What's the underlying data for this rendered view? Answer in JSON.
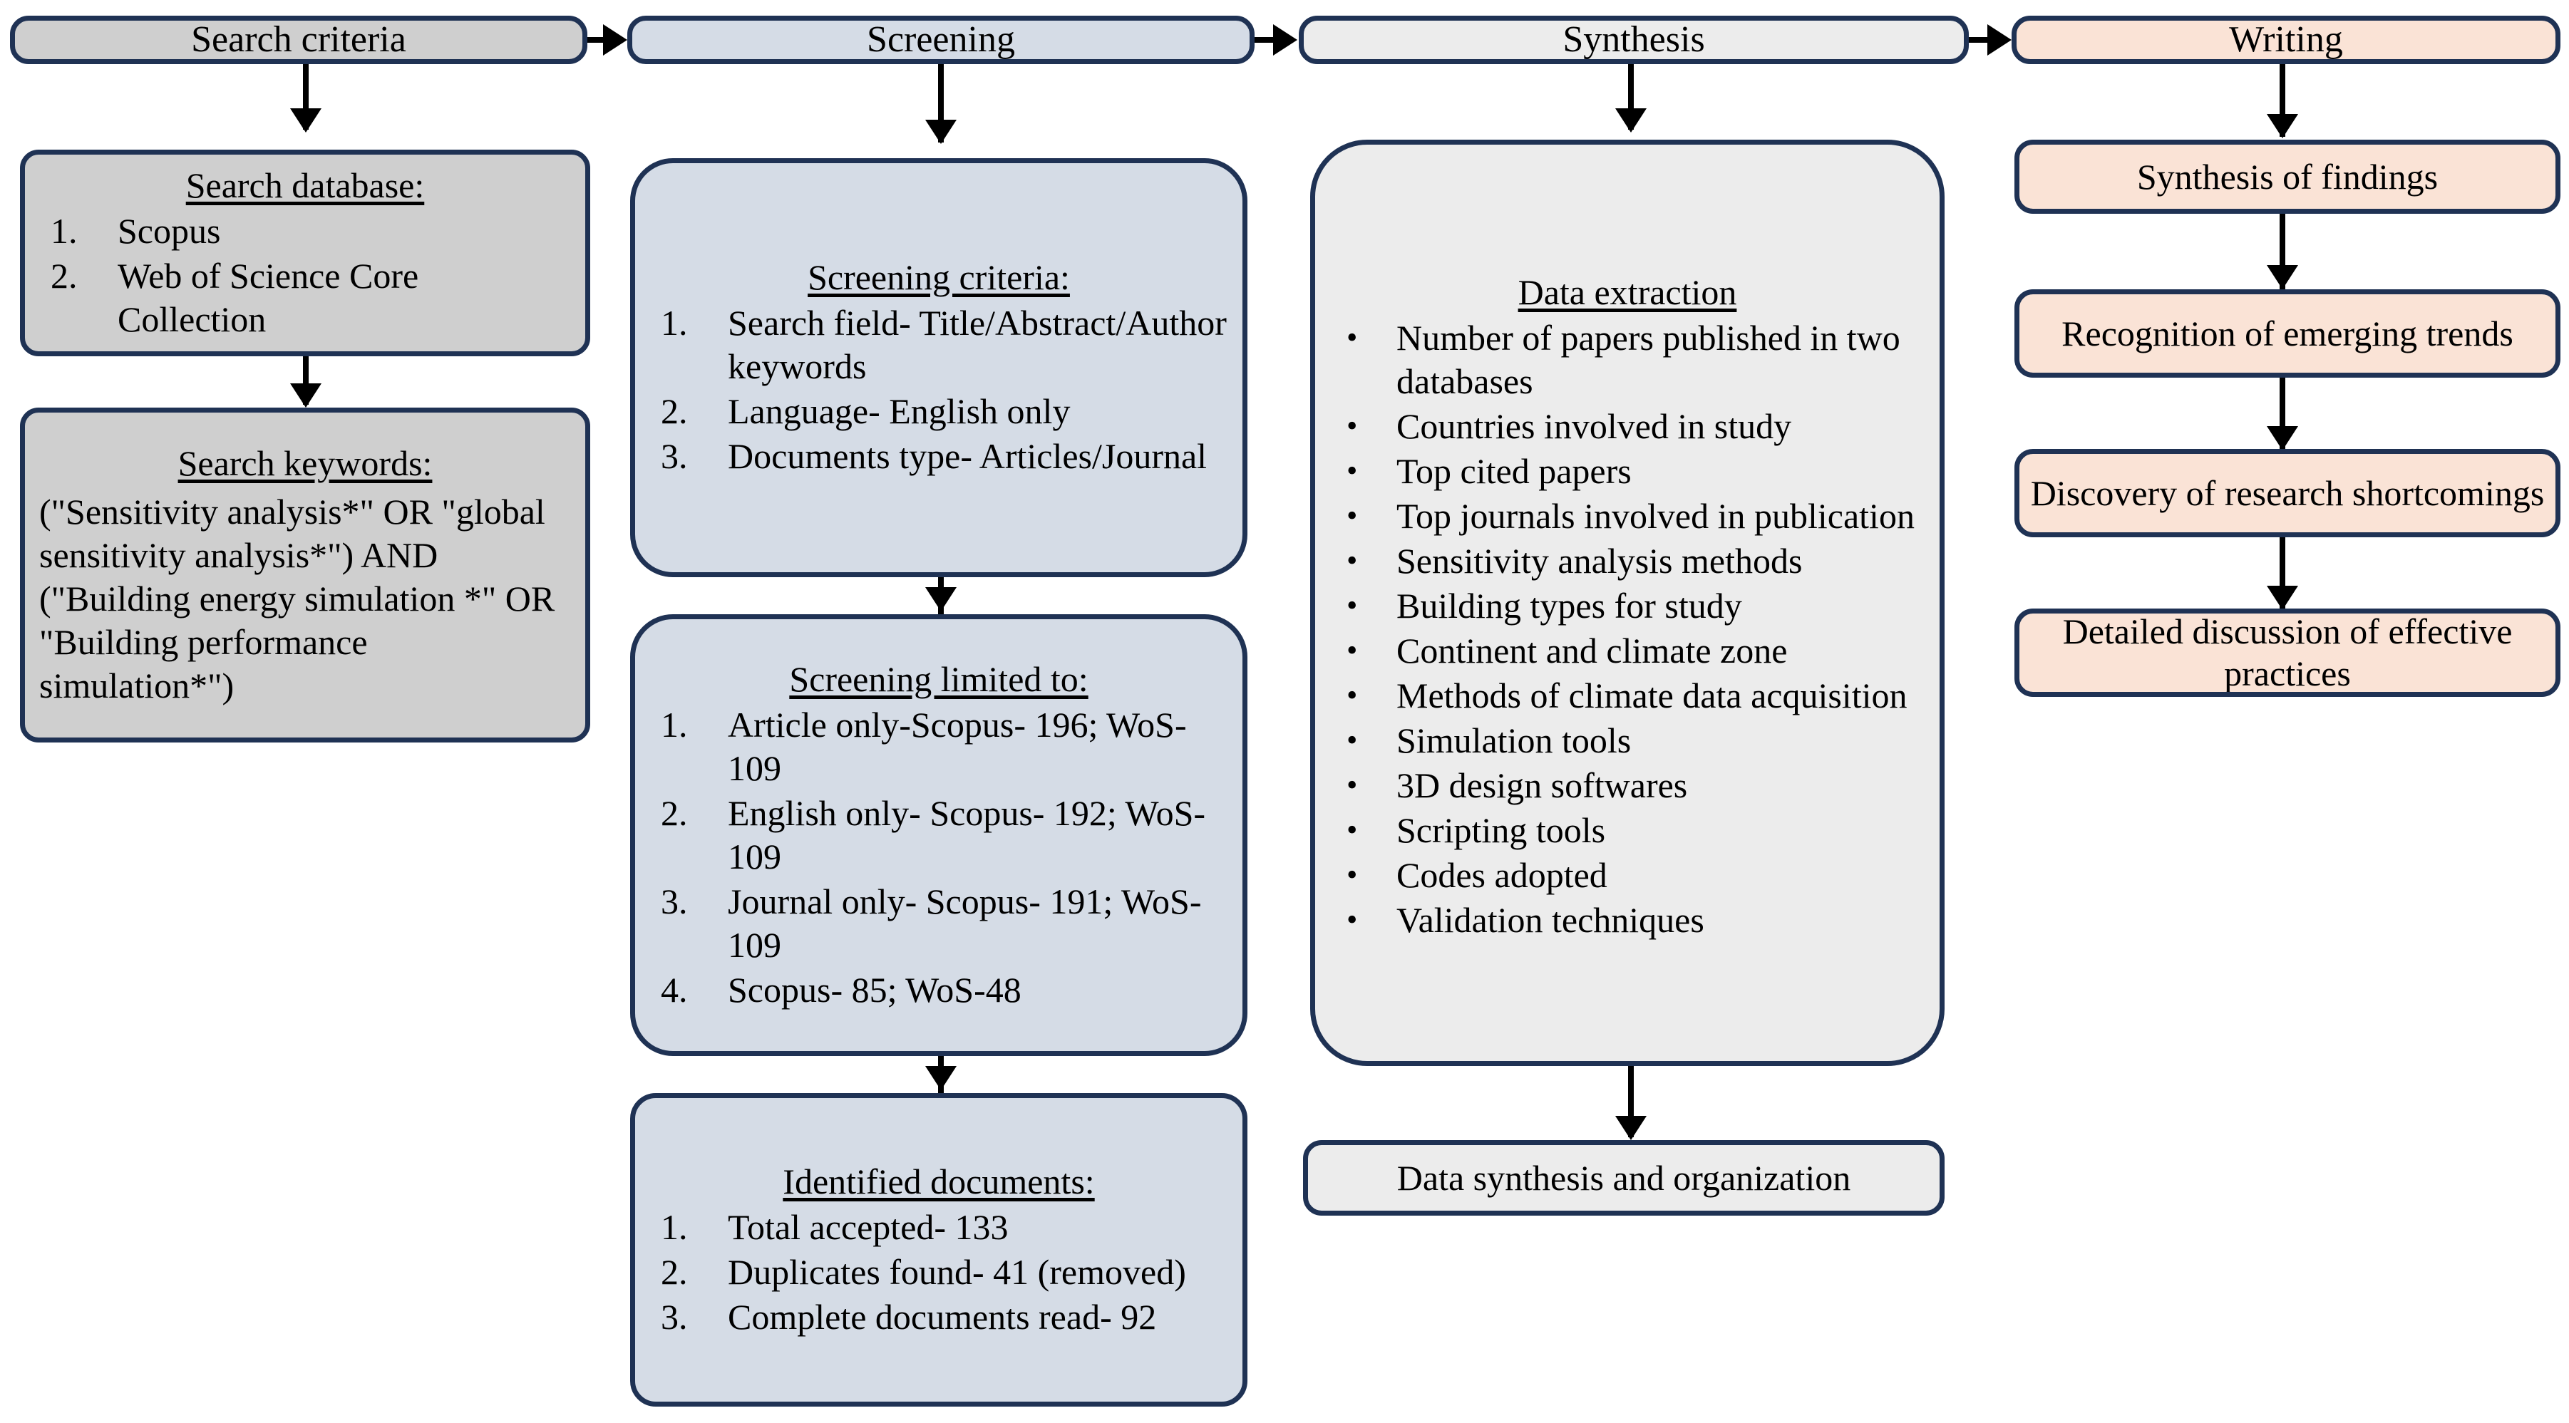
{
  "diagram": {
    "title": "Systematic literature review methodology flowchart",
    "accent_border": "#1F3254",
    "colors": {
      "search_column": "#CFCFCF",
      "screening_column": "#D5DCE6",
      "synthesis_column": "#ECECEC",
      "writing_column": "#FAE3D6",
      "connector": "#000000"
    }
  },
  "columns": [
    {
      "id": "search",
      "header": "Search criteria",
      "nodes": [
        {
          "id": "search-database",
          "heading": "Search database:",
          "list_type": "numbered",
          "items": [
            "Scopus",
            "Web of Science Core Collection"
          ]
        },
        {
          "id": "search-keywords",
          "heading": "Search keywords:",
          "list_type": "paragraph",
          "text": "(\"Sensitivity analysis*\" OR \"global sensitivity analysis*\") AND (\"Building energy simulation *\" OR \"Building performance simulation*\")"
        }
      ]
    },
    {
      "id": "screening",
      "header": "Screening",
      "nodes": [
        {
          "id": "screening-criteria",
          "heading": "Screening criteria:",
          "list_type": "numbered",
          "items": [
            "Search field- Title/Abstract/Author keywords",
            "Language- English only",
            "Documents type- Articles/Journal"
          ]
        },
        {
          "id": "screening-limited-to",
          "heading": "Screening limited to:",
          "list_type": "numbered",
          "items": [
            "Article only-Scopus- 196; WoS-109",
            "English only- Scopus- 192; WoS-109",
            "Journal only- Scopus- 191; WoS-109",
            "Scopus- 85; WoS-48"
          ]
        },
        {
          "id": "identified-documents",
          "heading": "Identified documents:",
          "list_type": "numbered",
          "items": [
            "Total accepted- 133",
            "Duplicates found- 41 (removed)",
            "Complete documents read- 92"
          ]
        }
      ]
    },
    {
      "id": "synthesis",
      "header": "Synthesis",
      "nodes": [
        {
          "id": "data-extraction",
          "heading": "Data extraction",
          "list_type": "bulleted",
          "items": [
            "Number of papers published in two databases",
            "Countries involved in study",
            "Top cited papers",
            "Top journals involved in publication",
            "Sensitivity analysis methods",
            "Building types for study",
            "Continent and climate zone",
            "Methods of climate data acquisition",
            "Simulation tools",
            "3D design softwares",
            "Scripting tools",
            "Codes adopted",
            "Validation techniques"
          ]
        },
        {
          "id": "data-synthesis-and-organization",
          "list_type": "plain",
          "text": "Data synthesis and organization"
        }
      ]
    },
    {
      "id": "writing",
      "header": "Writing",
      "nodes": [
        {
          "id": "synthesis-of-findings",
          "list_type": "plain",
          "text": "Synthesis of findings"
        },
        {
          "id": "recognition-of-emerging-trends",
          "list_type": "plain",
          "text": "Recognition of emerging trends"
        },
        {
          "id": "discovery-of-research-shortcomings",
          "list_type": "plain",
          "text": "Discovery of research shortcomings"
        },
        {
          "id": "detailed-discussion-of-effective-practices",
          "list_type": "plain",
          "text": "Detailed discussion of effective practices"
        }
      ]
    }
  ],
  "markers": {
    "numbers": [
      "1.",
      "2.",
      "3.",
      "4."
    ],
    "bullet": "•"
  }
}
